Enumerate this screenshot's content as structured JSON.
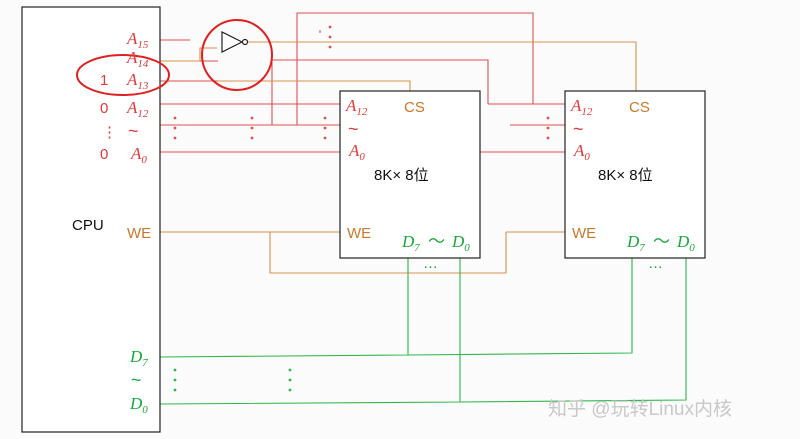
{
  "cpu": {
    "label": "CPU"
  },
  "cpu_pins": {
    "a15": {
      "main": "A",
      "sub": "15"
    },
    "a14": {
      "main": "A",
      "sub": "14"
    },
    "a13": {
      "main": "A",
      "sub": "13",
      "value": "1"
    },
    "a12": {
      "main": "A",
      "sub": "12",
      "value": "0"
    },
    "a0": {
      "main": "A",
      "sub": "0",
      "value": "0"
    },
    "tilde": "~",
    "vdots": "⋮",
    "we": "WE",
    "d7": {
      "main": "D",
      "sub": "7"
    },
    "d0": {
      "main": "D",
      "sub": "0"
    }
  },
  "chips": [
    {
      "capacity": "8K× 8位",
      "cs": "CS",
      "we": "WE",
      "a12": {
        "main": "A",
        "sub": "12"
      },
      "a0": {
        "main": "A",
        "sub": "0"
      },
      "tilde": "~",
      "d7": {
        "main": "D",
        "sub": "7"
      },
      "d_tilde": "～",
      "d0": {
        "main": "D",
        "sub": "0"
      }
    },
    {
      "capacity": "8K× 8位",
      "cs": "CS",
      "we": "WE",
      "a12": {
        "main": "A",
        "sub": "12"
      },
      "a0": {
        "main": "A",
        "sub": "0"
      },
      "tilde": "~",
      "d7": {
        "main": "D",
        "sub": "7"
      },
      "d_tilde": "～",
      "d0": {
        "main": "D",
        "sub": "0"
      }
    }
  ],
  "ellipsis": "…",
  "watermark": "知乎 @玩转Linux内核",
  "colors": {
    "address": "#e05050",
    "control": "#d9914a",
    "data": "#2eb84a",
    "highlight_circle": "#e02020"
  },
  "icons": {
    "inverter": "not-gate-icon"
  }
}
